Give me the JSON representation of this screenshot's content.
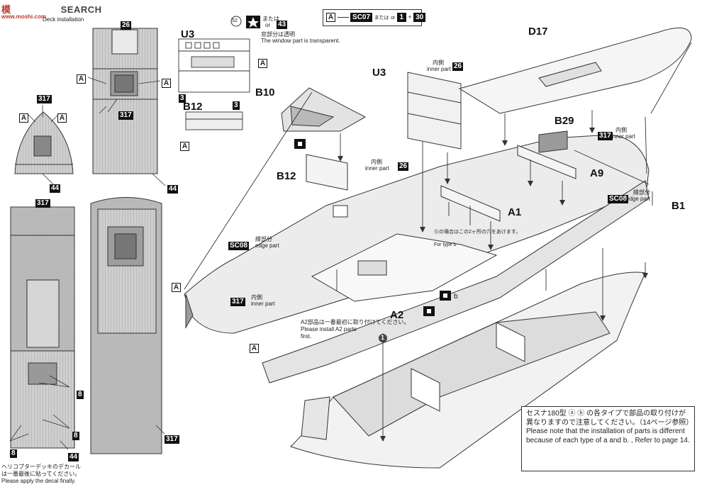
{
  "watermark": {
    "brand_cn": "模",
    "brand_en": "SEARCH",
    "site": "www.moshi.com"
  },
  "top_left_caption": "Deck installation",
  "legend": {
    "box_a": "A",
    "sc07": "SC07",
    "mata_wa": "または",
    "or": "or",
    "one": "1",
    "plus": "+",
    "thirty": "30"
  },
  "window_note": {
    "badge": "52",
    "mata_wa": "または",
    "or": "or",
    "alt": "43",
    "jp": "窓部分は透明",
    "en": "The window part is transparent."
  },
  "parts": {
    "u3_top": "U3",
    "u3_main": "U3",
    "b10": "B10",
    "b12_small": "B12",
    "b12_main": "B12",
    "d17": "D17",
    "b29": "B29",
    "a9": "A9",
    "a1": "A1",
    "a2": "A2",
    "b1": "B1"
  },
  "badges": {
    "b26": "26",
    "b317": "317",
    "b44": "44",
    "b8": "8",
    "b3": "3",
    "bA": "A",
    "bSC08": "SC08"
  },
  "inner_part": {
    "jp": "内側",
    "en": "inner part"
  },
  "edge_part": {
    "jp": "縁部分",
    "en": "edge part"
  },
  "type_b_note": {
    "jp": "ⓑの場合はこの2ヶ所の穴をあけます。",
    "en": "For type b"
  },
  "type_b": "b",
  "step_marker": "1",
  "a2_note": {
    "jp": "A2部品は一番最初に取り付けてください。",
    "en1": "Please install A2 parts",
    "en2": "first."
  },
  "heli_note": {
    "jp1": "ヘリコプターデッキのデカール",
    "jp2": "は一番最後に貼ってください。",
    "en": "Please apply the decal finally."
  },
  "type_note": {
    "jp": "セスナ180型 ⓐ ⓑ の各タイプで部品の取り付けが異なりますので注意してください。（14ページ参照）",
    "en": "Please note that the installation of parts is different because of each type of a and b. , Refer to page 14."
  }
}
